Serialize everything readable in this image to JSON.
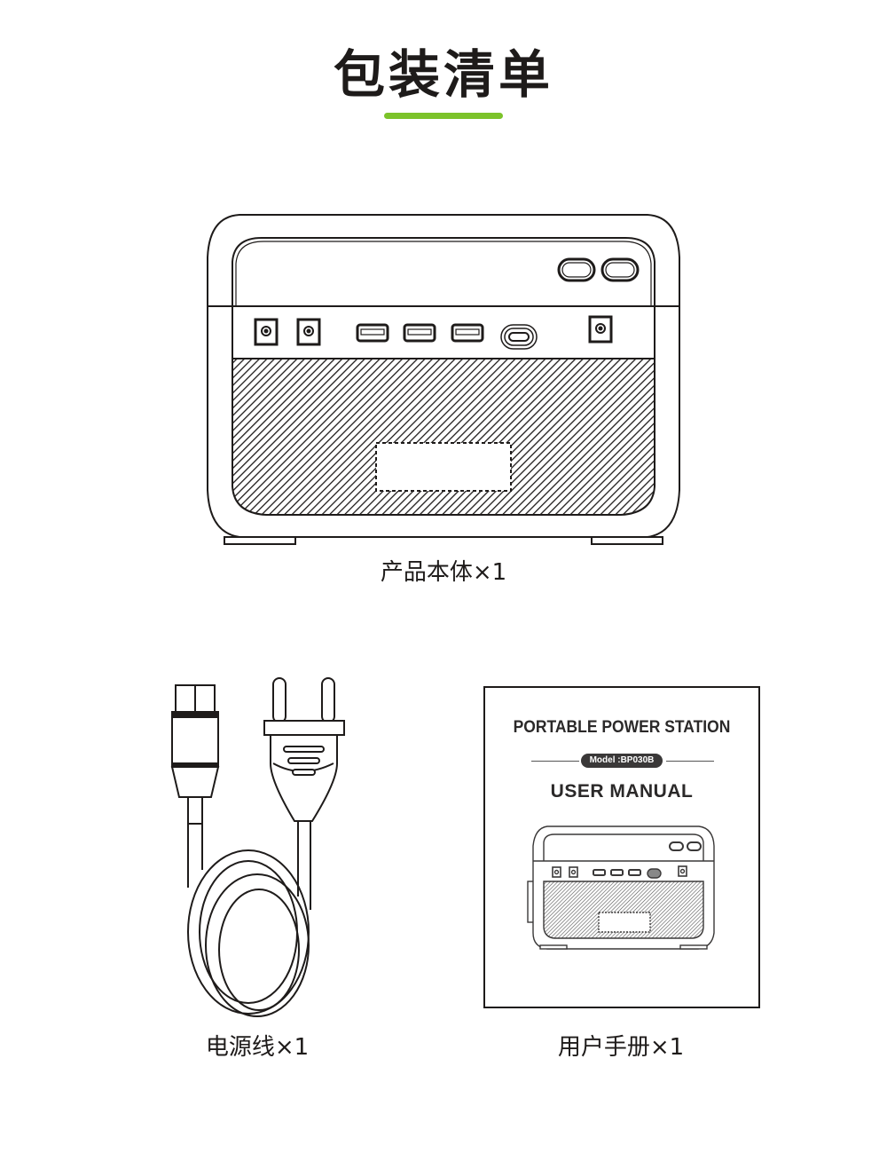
{
  "page": {
    "title": "包装清单",
    "accent_color": "#7cc32a"
  },
  "items": [
    {
      "name": "产品本体",
      "quantity": "×1",
      "caption": "产品本体×1",
      "icon": "power-station-icon"
    },
    {
      "name": "电源线",
      "quantity": "×1",
      "caption": "电源线×1",
      "icon": "power-cord-icon"
    },
    {
      "name": "用户手册",
      "quantity": "×1",
      "caption": "用户手册×1",
      "icon": "user-manual-icon"
    }
  ],
  "manual": {
    "heading": "PORTABLE POWER STATION",
    "model": "Model :BP030B",
    "subtitle": "USER MANUAL"
  }
}
